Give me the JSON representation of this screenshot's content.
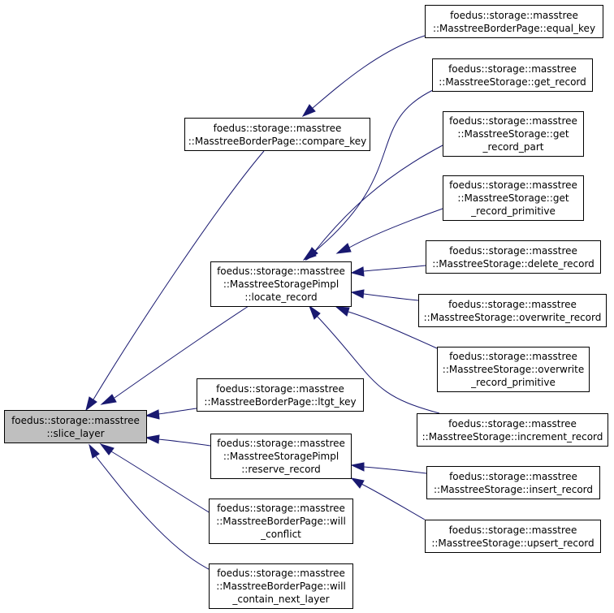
{
  "colors": {
    "edge": "#191970",
    "node_border": "#000000",
    "highlight_fill": "#bfbfbf"
  },
  "nodes": {
    "slice_layer": [
      "foedus::storage::masstree",
      "::slice_layer"
    ],
    "compare_key": [
      "foedus::storage::masstree",
      "::MasstreeBorderPage::compare_key"
    ],
    "equal_key": [
      "foedus::storage::masstree",
      "::MasstreeBorderPage::equal_key"
    ],
    "locate_record": [
      "foedus::storage::masstree",
      "::MasstreeStoragePimpl",
      "::locate_record"
    ],
    "get_record": [
      "foedus::storage::masstree",
      "::MasstreeStorage::get_record"
    ],
    "get_record_part": [
      "foedus::storage::masstree",
      "::MasstreeStorage::get",
      "_record_part"
    ],
    "get_record_primitive": [
      "foedus::storage::masstree",
      "::MasstreeStorage::get",
      "_record_primitive"
    ],
    "delete_record": [
      "foedus::storage::masstree",
      "::MasstreeStorage::delete_record"
    ],
    "overwrite_record": [
      "foedus::storage::masstree",
      "::MasstreeStorage::overwrite_record"
    ],
    "overwrite_record_primitive": [
      "foedus::storage::masstree",
      "::MasstreeStorage::overwrite",
      "_record_primitive"
    ],
    "increment_record": [
      "foedus::storage::masstree",
      "::MasstreeStorage::increment_record"
    ],
    "ltgt_key": [
      "foedus::storage::masstree",
      "::MasstreeBorderPage::ltgt_key"
    ],
    "reserve_record": [
      "foedus::storage::masstree",
      "::MasstreeStoragePimpl",
      "::reserve_record"
    ],
    "insert_record": [
      "foedus::storage::masstree",
      "::MasstreeStorage::insert_record"
    ],
    "upsert_record": [
      "foedus::storage::masstree",
      "::MasstreeStorage::upsert_record"
    ],
    "will_conflict": [
      "foedus::storage::masstree",
      "::MasstreeBorderPage::will",
      "_conflict"
    ],
    "will_contain_next_layer": [
      "foedus::storage::masstree",
      "::MasstreeBorderPage::will",
      "_contain_next_layer"
    ]
  }
}
